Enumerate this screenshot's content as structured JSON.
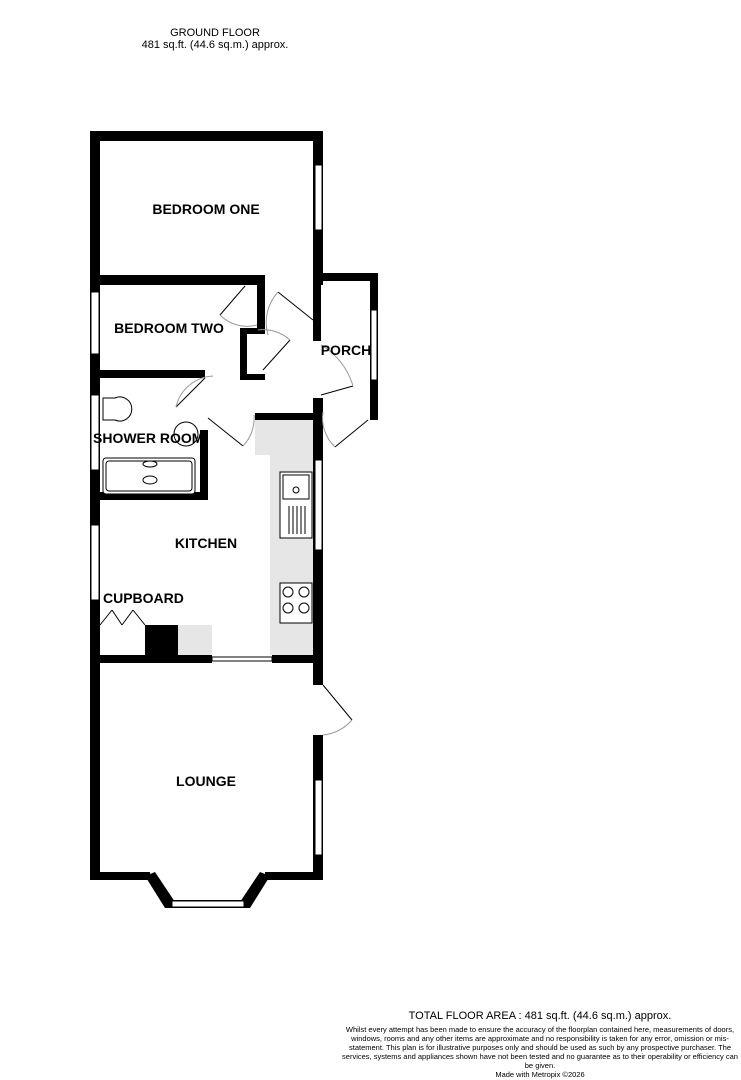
{
  "header": {
    "floor_name": "GROUND FLOOR",
    "floor_area": "481 sq.ft. (44.6 sq.m.) approx."
  },
  "rooms": {
    "bedroom_one": "BEDROOM ONE",
    "bedroom_two": "BEDROOM TWO",
    "porch": "PORCH",
    "shower_room": "SHOWER ROOM",
    "kitchen": "KITCHEN",
    "cupboard": "CUPBOARD",
    "lounge": "LOUNGE"
  },
  "colors": {
    "wall": "#000000",
    "counter": "#e6e6e6",
    "window": "#ffffff"
  },
  "footer": {
    "total_area": "TOTAL FLOOR AREA : 481 sq.ft. (44.6 sq.m.) approx.",
    "disclaimer": "Whilst every attempt has been made to ensure the accuracy of the floorplan contained here, measurements of doors, windows, rooms and any other items are approximate and no responsibility is taken for any error, omission or mis-statement. This plan is for illustrative purposes only and should be used as such by any prospective purchaser. The services, systems and appliances shown have not been tested and no guarantee as to their operability or efficiency can be given.",
    "made_with": "Made with Metropix ©2026"
  }
}
